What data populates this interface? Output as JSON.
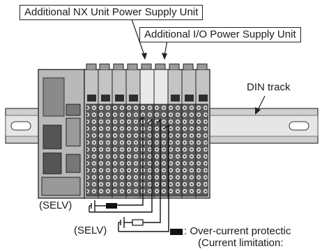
{
  "labels": {
    "nx_unit_psu": "Additional NX Unit Power Supply Unit",
    "io_psu": "Additional I/O Power Supply Unit",
    "din_track": "DIN track",
    "selv_1": "(SELV)",
    "selv_2": "(SELV)",
    "overcurrent_line1": ": Over-current protectic",
    "overcurrent_line2": "(Current limitation:"
  }
}
